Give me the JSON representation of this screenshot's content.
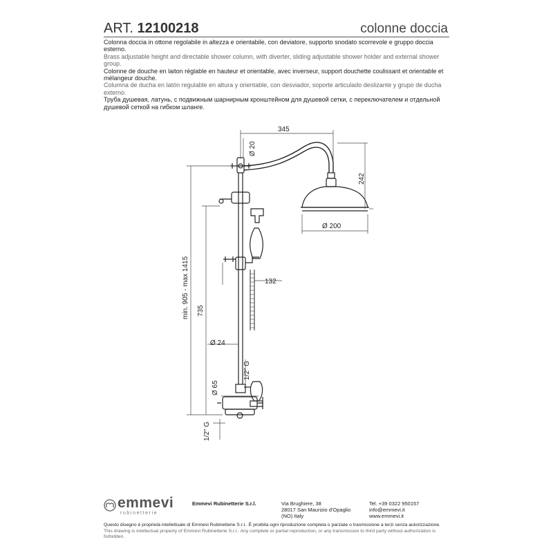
{
  "header": {
    "art_prefix": "ART.",
    "art_number": "12100218",
    "category": "colonne doccia"
  },
  "descriptions": [
    "Colonna doccia in ottone regolabile in altezza e orientabile, con deviatore, supporto snodato scorrevole e gruppo doccia esterno.",
    "Brass adjustable height and directable shower column, with diverter, sliding adjustable shower holder and external shower group.",
    "Colonne de douche en laiton réglable en hauteur et orientable, avec inverseur, support douchette coulissant et orientable et mélangeur douche.",
    "Columna de ducha en latón regulable en altura y orientable, con desviador, soporte articulado deslizante y grupo de ducha externo.",
    "Труба душевая, латунь, с подвижным шарнирным кронштейном для душевой сетки, с переключателем и отдельной душевой сеткой на гибком шланге."
  ],
  "dimensions": {
    "width_top": "345",
    "head_height": "242",
    "arm_diameter": "Ø 20",
    "head_diameter": "Ø 200",
    "hose_offset": "132",
    "range": "min. 905 - max 1415",
    "bar_length": "735",
    "bar_diameter": "Ø 24",
    "base_diameter": "Ø 65",
    "thread_upper": "1/2\" G",
    "thread_lower": "1/2\" G"
  },
  "footer": {
    "brand": "emmevi",
    "brand_sub": "rubinetterie",
    "company": "Emmevi Rubinetterie S.r.l.",
    "address": [
      "Via Brughiere, 38",
      "28017 San Maurizio d'Opaglio",
      "(NO) Italy"
    ],
    "contacts": [
      "Tel. +39 0322 950157",
      "info@emmevi.it",
      "www.emmevi.it"
    ]
  },
  "legal": {
    "it": "Questo disegno è proprietà intellettuale di Emmevi Rubinetterie S.r.l.. È proibita ogni riproduzione completa o parziale o trasmissione a terzi senza autorizzazione.",
    "en": "This drawing is intellectual property of Emmevi Rubinetterie S.r.l.. Any complete or partial reproduction, or any transmission to third party without authorization is forbidden."
  }
}
